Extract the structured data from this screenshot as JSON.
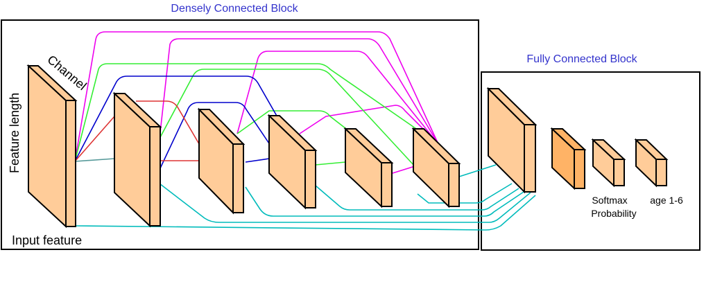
{
  "title_dense": "Densely Connected Block",
  "title_fc": "Fully Connected Block",
  "label_channel": "Channel",
  "label_feature_length": "Feature length",
  "label_input_feature": "Input feature",
  "label_softmax_line1": "Softmax",
  "label_softmax_line2": "Probability",
  "label_age": "age 1-6",
  "colors": {
    "block_fill": "#ffcc99",
    "block_dark": "#ffb366",
    "title": "#3333cc",
    "red": "#dd3333",
    "blue": "#0000cc",
    "green": "#33ee33",
    "magenta": "#ee00ee",
    "cyan": "#00bbbb",
    "teal": "#559999"
  }
}
